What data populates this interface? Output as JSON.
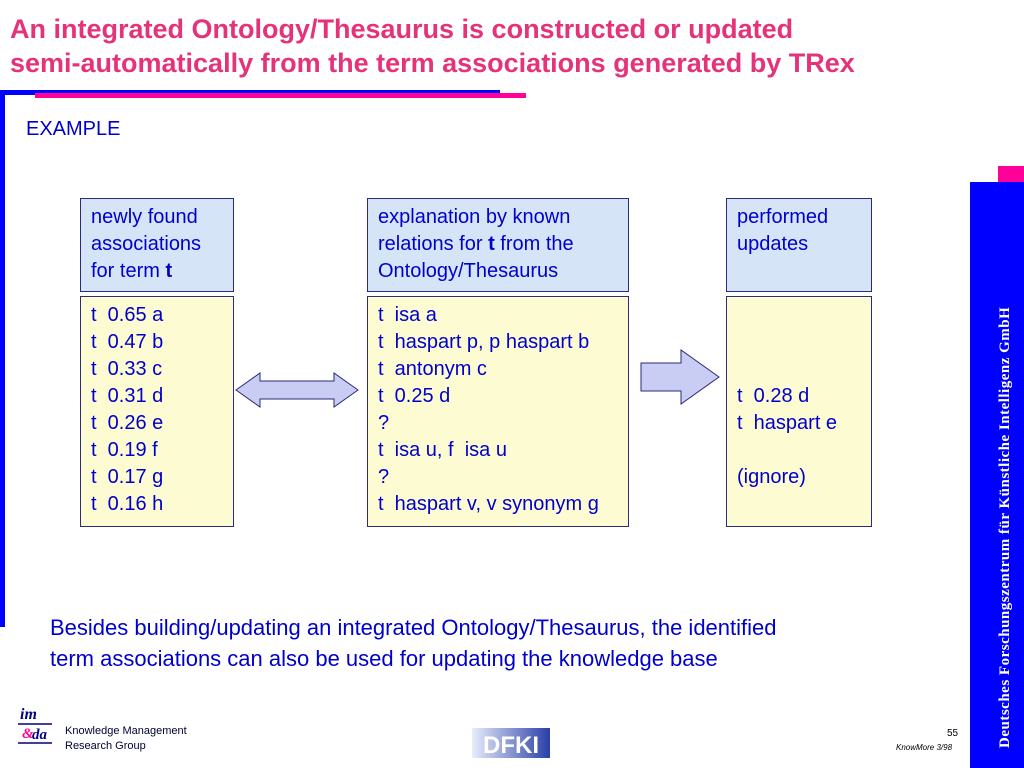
{
  "title_line1": "An integrated Ontology/Thesaurus is constructed or updated",
  "title_line2": "semi-automatically from the term associations generated by TRex",
  "example_label": "EXAMPLE",
  "col1": {
    "header": [
      "newly found",
      "associations",
      "for term "
    ],
    "header_bold": "t",
    "rows": [
      "t  0.65 a",
      "t  0.47 b",
      "t  0.33 c",
      "t  0.31 d",
      "t  0.26 e",
      "t  0.19 f",
      "t  0.17 g",
      "t  0.16 h"
    ]
  },
  "col2": {
    "header_l1": "explanation by known",
    "header_l2_pre": "relations for ",
    "header_l2_bold": "t",
    "header_l2_post": " from the",
    "header_l3": "Ontology/Thesaurus",
    "rows": [
      "t  isa a",
      "t  haspart p, p haspart b",
      "t  antonym c",
      "t  0.25 d",
      "?",
      "t  isa u, f  isa u",
      "?",
      "t  haspart v, v synonym g"
    ]
  },
  "col3": {
    "header": [
      "performed",
      "updates"
    ],
    "rows": [
      "",
      "",
      "",
      "t  0.28 d",
      "t  haspart e",
      "",
      "(ignore)",
      ""
    ]
  },
  "bottom_line1": "Besides building/updating an integrated Ontology/Thesaurus, the identified",
  "bottom_line2": "term associations can also be used for updating the knowledge base",
  "sidebar_text": "Deutsches Forschungszentrum für Künstliche Intelligenz GmbH",
  "group_line1": "Knowledge Management",
  "group_line2": "Research Group",
  "page_number": "55",
  "footer_note": "KnowMore 3/98",
  "dfki_logo_text": "DFKI",
  "colors": {
    "title": "#e4337a",
    "text": "#0000cc",
    "header_bg": "#d6e4f8",
    "body_bg": "#fdfbd2",
    "accent_blue": "#0000ff",
    "accent_pink": "#ff0099",
    "arrow_fill": "#c9cdf3"
  }
}
